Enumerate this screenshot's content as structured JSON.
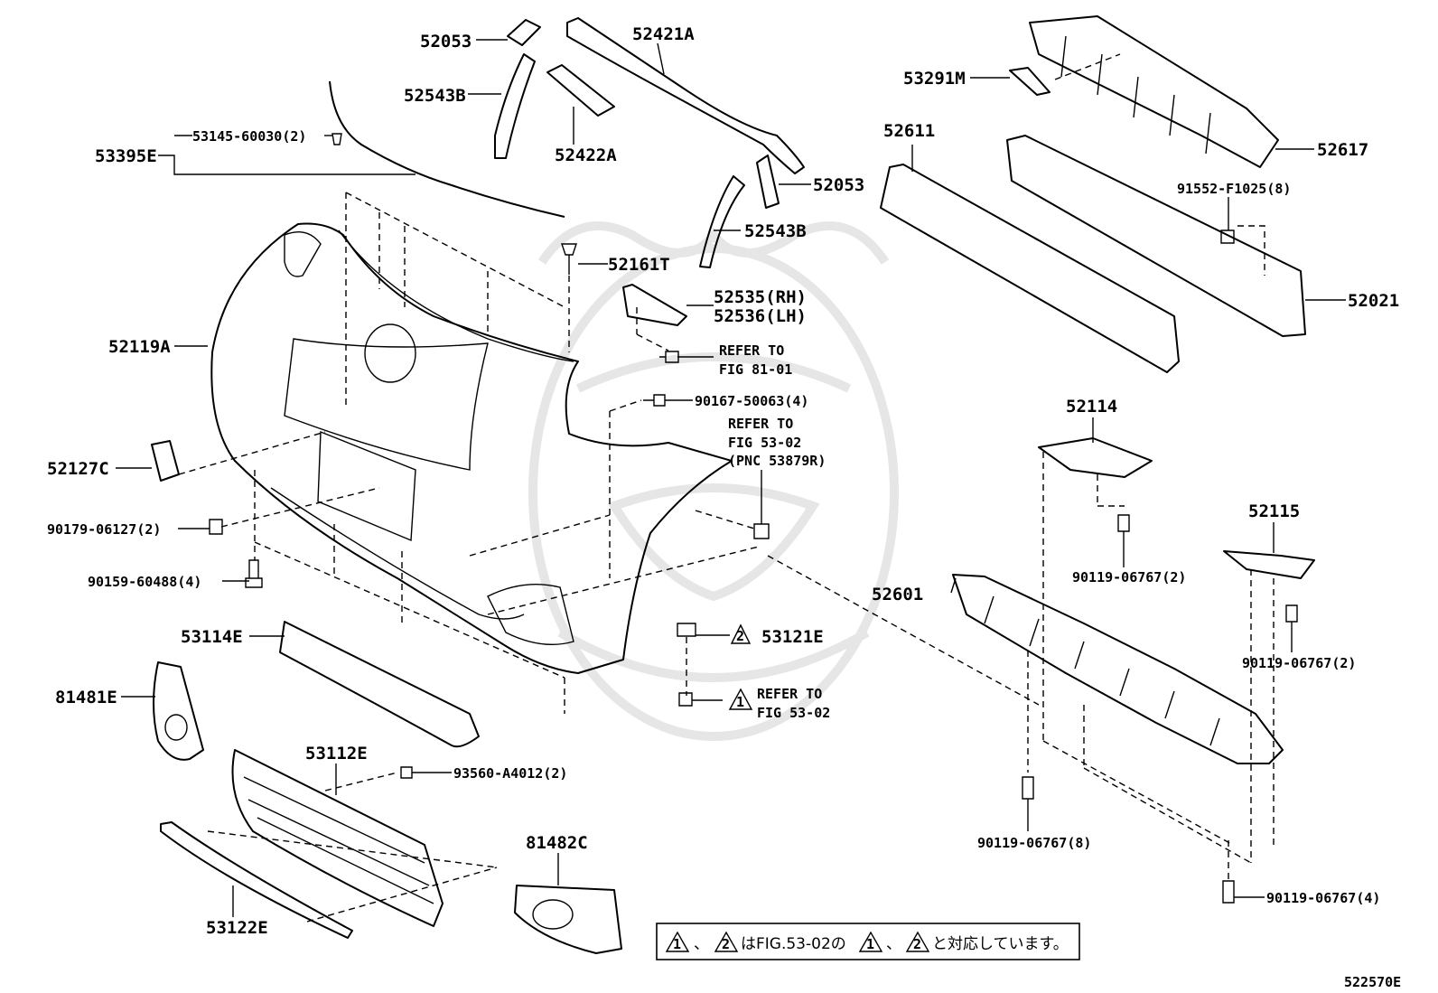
{
  "diagram_id": "522570E",
  "labels": {
    "l52053a": "52053",
    "l52421A": "52421A",
    "l52543Ba": "52543B",
    "l53145": "53145-60030(2)",
    "l53395E": "53395E",
    "l52422A": "52422A",
    "l52053b": "52053",
    "l52543Bb": "52543B",
    "l52161T": "52161T",
    "l52535": "52535(RH)",
    "l52536": "52536(LH)",
    "l52119A": "52119A",
    "refer_81_1": "REFER TO",
    "refer_81_2": "FIG 81-01",
    "l90167": "90167-50063(4)",
    "refer_53_1": "REFER TO",
    "refer_53_2": "FIG 53-02",
    "refer_53_3": "(PNC 53879R)",
    "l52127C": "52127C",
    "l90179": "90179-06127(2)",
    "l90159": "90159-60488(4)",
    "l53114E": "53114E",
    "l53121E": "53121E",
    "l81481E": "81481E",
    "refer_b_1": "REFER TO",
    "refer_b_2": "FIG 53-02",
    "l53112E": "53112E",
    "l93560": "93560-A4012(2)",
    "l81482C": "81482C",
    "l53122E": "53122E",
    "l53291M": "53291M",
    "l52611": "52611",
    "l52617": "52617",
    "l91552": "91552-F1025(8)",
    "l52021": "52021",
    "l52114": "52114",
    "l52115": "52115",
    "l90119a": "90119-06767(2)",
    "l52601": "52601",
    "l90119b": "90119-06767(2)",
    "l90119c": "90119-06767(8)",
    "l90119d": "90119-06767(4)",
    "tri1": "1",
    "tri2": "2"
  },
  "note": {
    "n1": "1",
    "sep1": "、",
    "n2": "2",
    "mid": "はFIG.53-02の",
    "n3": "1",
    "sep2": "、",
    "n4": "2",
    "end": "と対応しています。"
  }
}
